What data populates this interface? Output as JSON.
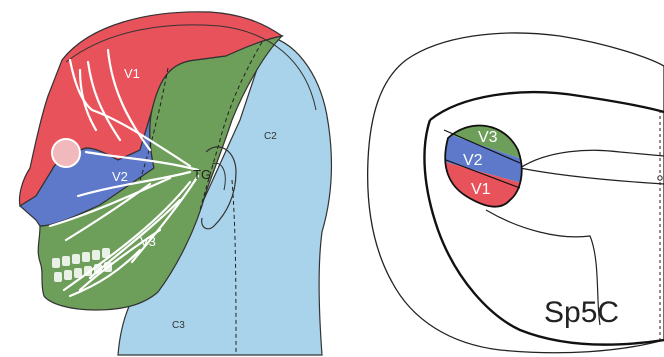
{
  "head": {
    "labels": {
      "v1": "V1",
      "v2": "V2",
      "v3": "V3",
      "tg": "TG",
      "c2": "C2",
      "c3": "C3"
    }
  },
  "brainstem": {
    "labels": {
      "v1": "V1",
      "v2": "V2",
      "v3": "V3",
      "region": "Sp5C"
    }
  },
  "colors": {
    "v1": "#e8525a",
    "v2": "#5e79c9",
    "v3": "#6d9e5a",
    "cervical": "#a9d3ea",
    "outline": "#333333",
    "nerve": "#ffffff"
  }
}
